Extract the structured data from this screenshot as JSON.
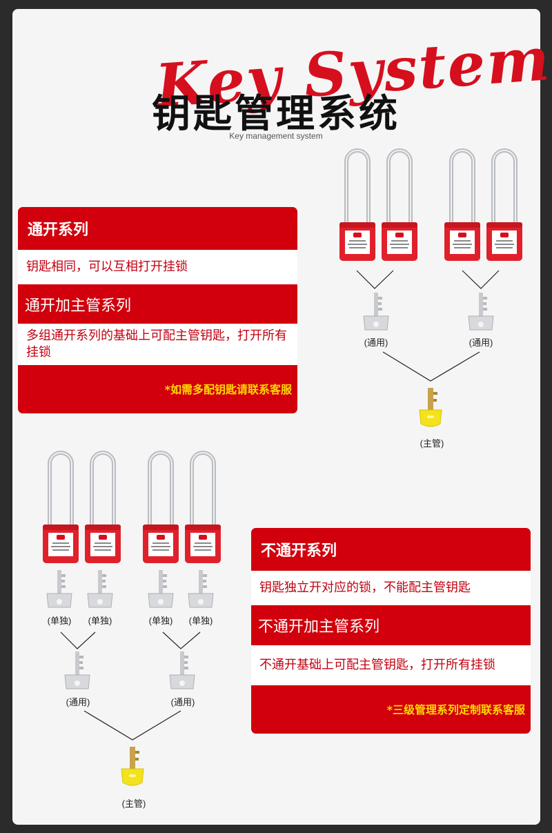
{
  "header": {
    "script_text": "Key System",
    "title": "钥匙管理系统",
    "subtitle": "Key management system"
  },
  "panel_top": {
    "heading1": "通开系列",
    "desc1": "钥匙相同，可以互相打开挂锁",
    "heading2": "通开加主管系列",
    "desc2": "多组通开系列的基础上可配主管钥匙，打开所有挂锁",
    "note": "*如需多配钥匙请联系客服"
  },
  "panel_bottom": {
    "heading1": "不通开系列",
    "desc1": "钥匙独立开对应的锁，不能配主管钥匙",
    "heading2": "不通开加主管系列",
    "desc2": "不通开基础上可配主管钥匙，打开所有挂锁",
    "note": "*三级管理系列定制联系客服"
  },
  "diagram_top": {
    "common_label_1": "(通用)",
    "common_label_2": "(通用)",
    "master_label": "(主管)"
  },
  "diagram_bottom": {
    "single_labels": [
      "(单独)",
      "(单独)",
      "(单独)",
      "(单独)"
    ],
    "common_label_1": "(通用)",
    "common_label_2": "(通用)",
    "master_label": "(主管)"
  },
  "colors": {
    "brand_red": "#d1000c",
    "note_yellow": "#ffd800",
    "master_key_yellow": "#f4e21c"
  }
}
